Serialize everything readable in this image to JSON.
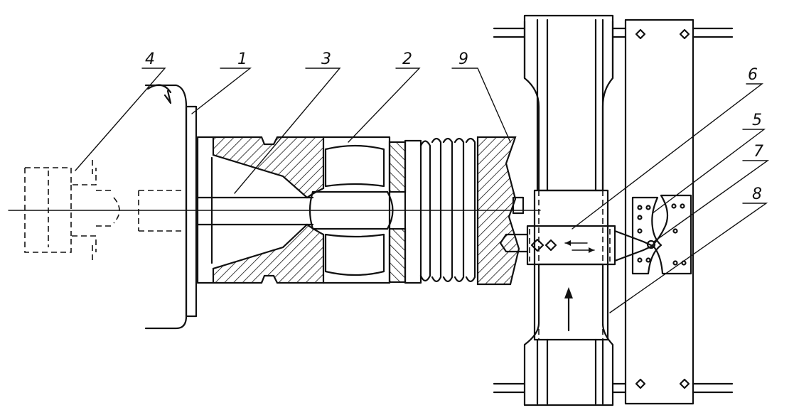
{
  "callouts": [
    {
      "id": "c1",
      "label": "1"
    },
    {
      "id": "c2",
      "label": "2"
    },
    {
      "id": "c3",
      "label": "3"
    },
    {
      "id": "c4",
      "label": "4"
    },
    {
      "id": "c5",
      "label": "5"
    },
    {
      "id": "c6",
      "label": "6"
    },
    {
      "id": "c7",
      "label": "7"
    },
    {
      "id": "c8",
      "label": "8"
    },
    {
      "id": "c9",
      "label": "9"
    }
  ],
  "colors": {
    "ink": "#111111",
    "background": "#ffffff"
  }
}
